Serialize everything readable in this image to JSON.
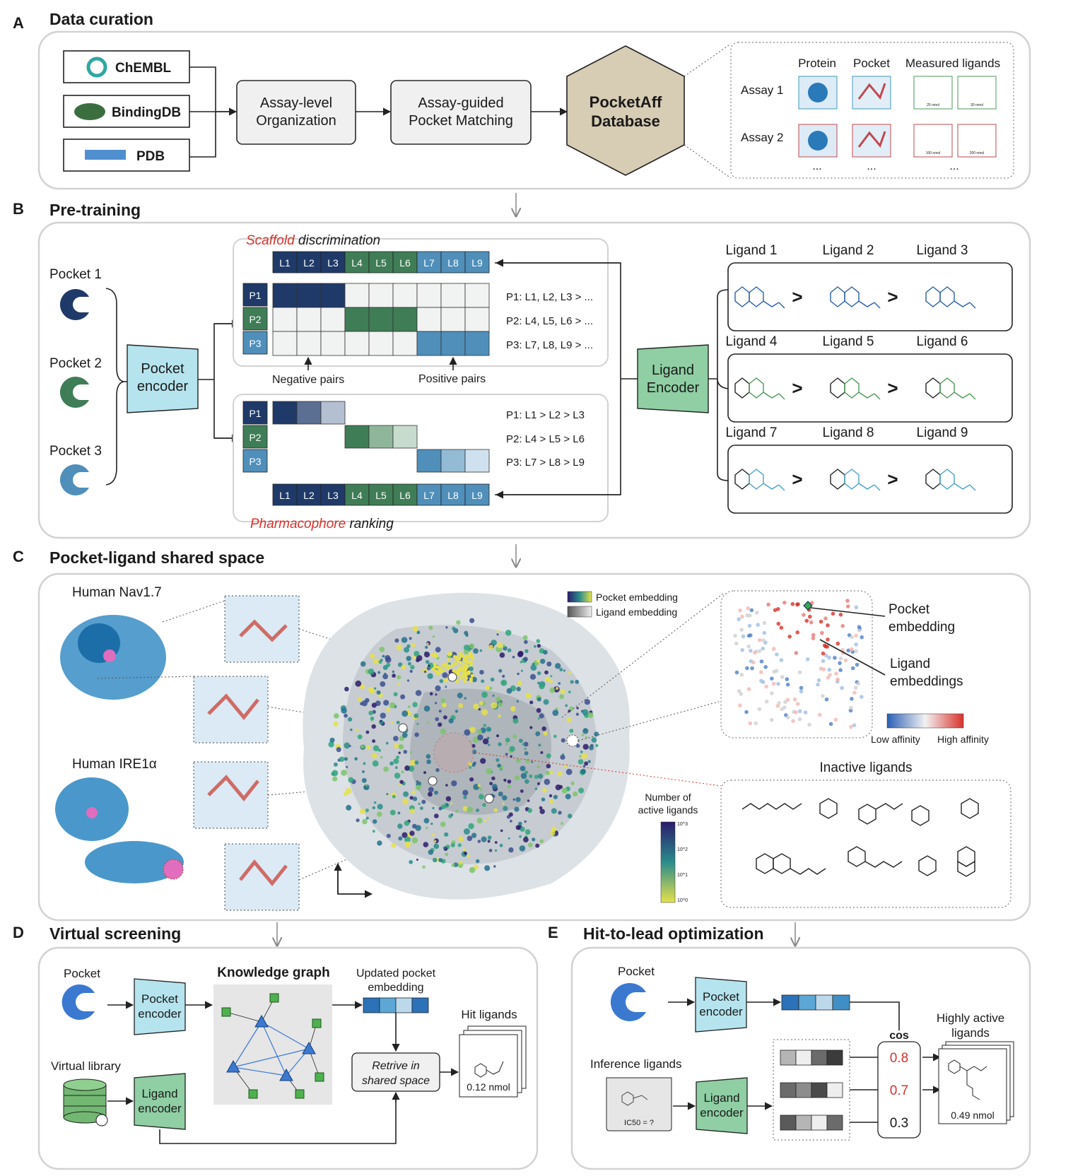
{
  "panels": {
    "A": {
      "letter": "A",
      "title": "Data curation"
    },
    "B": {
      "letter": "B",
      "title": "Pre-training"
    },
    "C": {
      "letter": "C",
      "title": "Pocket-ligand shared space"
    },
    "D": {
      "letter": "D",
      "title": "Virtual screening"
    },
    "E": {
      "letter": "E",
      "title": "Hit-to-lead optimization"
    }
  },
  "curation": {
    "sources": [
      "ChEMBL",
      "BindingDB",
      "PDB"
    ],
    "step1": [
      "Assay-level",
      "Organization"
    ],
    "step2": [
      "Assay-guided",
      "Pocket Matching"
    ],
    "database": [
      "PocketAff",
      "Database"
    ],
    "table_headers": [
      "Protein",
      "Pocket",
      "Measured ligands"
    ],
    "assays": [
      "Assay 1",
      "Assay 2"
    ],
    "ellipsis": "...",
    "ligand_values": [
      "25 nmol",
      "30 nmol",
      "100 nmol",
      "200 nmol"
    ]
  },
  "pretraining": {
    "pockets": [
      "Pocket 1",
      "Pocket 2",
      "Pocket 3"
    ],
    "pocket_encoder": [
      "Pocket",
      "encoder"
    ],
    "ligand_encoder": [
      "Ligand",
      "Encoder"
    ],
    "scaffold_label_red": "Scaffold",
    "scaffold_label_rest": " discrimination",
    "pharmacophore_label_red": "Pharmacophore",
    "pharmacophore_label_rest": " ranking",
    "ligand_tokens": [
      "L1",
      "L2",
      "L3",
      "L4",
      "L5",
      "L6",
      "L7",
      "L8",
      "L9"
    ],
    "pocket_tokens": [
      "P1",
      "P2",
      "P3"
    ],
    "scaffold_rules": [
      "P1: L1, L2, L3 > ...",
      "P2: L4, L5, L6 > ...",
      "P3: L7, L8, L9 > ..."
    ],
    "ranking_rules": [
      "P1: L1 > L2 > L3",
      "P2: L4 > L5 > L6",
      "P3: L7 > L8 > L9"
    ],
    "negative_pairs": "Negative pairs",
    "positive_pairs": "Positive pairs",
    "ligand_names": [
      "Ligand 1",
      "Ligand 2",
      "Ligand 3",
      "Ligand 4",
      "Ligand 5",
      "Ligand 6",
      "Ligand 7",
      "Ligand 8",
      "Ligand 9"
    ],
    "gt": ">"
  },
  "shared_space": {
    "protein1": "Human Nav1.7",
    "protein2": "Human IRE1α",
    "legend": [
      "Pocket embedding",
      "Ligand embedding"
    ],
    "zoom_labels": {
      "pocket": [
        "Pocket",
        "embedding"
      ],
      "ligand": [
        "Ligand",
        "embeddings"
      ]
    },
    "affinity_low": "Low affinity",
    "affinity_high": "High affinity",
    "colorbar_title": [
      "Number of",
      "active ligands"
    ],
    "colorbar_ticks": [
      "10^3",
      "10^2",
      "10^1",
      "10^0"
    ],
    "inactive_title": "Inactive ligands"
  },
  "virtual_screening": {
    "pocket": "Pocket",
    "pocket_encoder": [
      "Pocket",
      "encoder"
    ],
    "knowledge_graph": "Knowledge graph",
    "updated": [
      "Updated pocket",
      "embedding"
    ],
    "virtual_library": "Virtual library",
    "ligand_encoder": [
      "Ligand",
      "encoder"
    ],
    "retrieve": [
      "Retrive in",
      "shared space"
    ],
    "hit_ligands": "Hit ligands",
    "hit_value": "0.12 nmol"
  },
  "hit_to_lead": {
    "pocket": "Pocket",
    "pocket_encoder": [
      "Pocket",
      "encoder"
    ],
    "inference": "Inference ligands",
    "ic50": "IC50 = ?",
    "ligand_encoder": [
      "Ligand",
      "encoder"
    ],
    "cos_label": "cos",
    "cos_values": [
      "0.8",
      "0.7",
      "0.3"
    ],
    "highly_active": [
      "Highly active",
      "ligands"
    ],
    "lead_value": "0.49 nmol"
  },
  "colors": {
    "dark_blue": "#1f3a68",
    "green": "#3f7d56",
    "light_blue": "#4f8fba",
    "encoder_cyan": "#b5e4ee",
    "encoder_green": "#8fcfa3",
    "db_hex": "#d7ccb4",
    "accent_red": "#d8322b"
  }
}
